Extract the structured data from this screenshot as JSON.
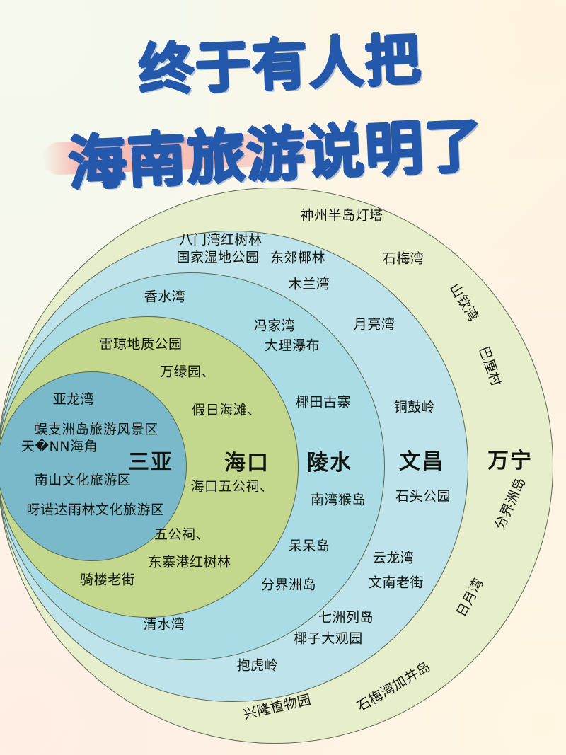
{
  "headline": {
    "line1": "终于有人把",
    "line2": "海南旅游说明了"
  },
  "diagram": {
    "type": "nested-circles",
    "description": "海南旅游目的地嵌套圆环图",
    "rings": [
      {
        "id": "sanya",
        "label": "三亚",
        "color": "#79b9ca",
        "spots": [
          "亚龙湾",
          "蜈支洲岛旅游风景区",
          "天涯海角",
          "南山文化旅游区",
          "呀诺达雨林文化旅游区"
        ]
      },
      {
        "id": "haikou",
        "label": "海口",
        "color": "#c3d88c",
        "spots": [
          "雷琼地质公园",
          "万绿园、",
          "假日海滩、",
          "海口五公祠、",
          "五公祠、",
          "东寨港红树林",
          "骑楼老街",
          "清水湾",
          "香水湾"
        ]
      },
      {
        "id": "lingshui",
        "label": "陵水",
        "color": "#a9dce4",
        "spots": [
          "八门湾红树林",
          "国家湿地公园",
          "东郊椰林",
          "木兰湾",
          "冯家湾",
          "大理瀑布",
          "椰田古寨",
          "南湾猴岛",
          "呆呆岛",
          "分界洲岛",
          "七洲列岛",
          "椰子大观园",
          "抱虎岭"
        ]
      },
      {
        "id": "wenchang",
        "label": "文昌",
        "color": "#bfe3ea",
        "spots": [
          "月亮湾",
          "铜鼓岭",
          "石头公园",
          "云龙湾",
          "文南老街"
        ]
      },
      {
        "id": "wanning",
        "label": "万宁",
        "color": "#e6eecb",
        "spots": [
          "神州半岛灯塔",
          "石梅湾",
          "山钦湾",
          "巴厘村",
          "分界洲岛",
          "日月湾",
          "石梅湾加井岛",
          "兴隆植物园"
        ]
      }
    ],
    "labels": {
      "sanya": "三亚",
      "haikou": "海口",
      "lingshui": "陵水",
      "wenchang": "文昌",
      "wanning": "万宁"
    },
    "spot_text": {
      "shenzhou_lighthouse": "神州半岛灯塔",
      "bamen_mangrove": "八门湾红树林",
      "guojia_wetland": "国家湿地公园",
      "dongjiao_coconut": "东郊椰林",
      "shimei_bay": "石梅湾",
      "xiangshui_bay": "香水湾",
      "mulan_bay": "木兰湾",
      "shanqin_bay": "山钦湾",
      "bali_village": "巴厘村",
      "leiqiong_geopark": "雷琼地质公园",
      "fengjia_bay": "冯家湾",
      "moon_bay": "月亮湾",
      "dali_waterfall": "大理瀑布",
      "wanlu_garden": "万绿园、",
      "yalong_bay": "亚龙湾",
      "yetian_village": "椰田古寨",
      "tonggu_ridge": "铜鼓岭",
      "holiday_beach": "假日海滩、",
      "wuzhizhou_island": "蜈支洲岛旅游风景区",
      "tianya_haijiao": "天�NN海角",
      "nanshan_culture": "南山文化旅游区",
      "yanoda_rainforest": "呀诺达雨林文化旅游区",
      "haikou_wugongci": "海口五公祠、",
      "nanwan_monkey": "南湾猴岛",
      "stone_park": "石头公园",
      "fenjiezhou_island": "分界洲岛",
      "wugongci": "五公祠、",
      "daidai_island": "呆呆岛",
      "yunlong_bay": "云龙湾",
      "dongzhaigang_mangrove": "东寨港红树林",
      "qilou_old_street": "骑楼老街",
      "fenjiezhou_island2": "分界洲岛",
      "wennan_old_street": "文南老街",
      "riyue_bay": "日月湾",
      "qingshui_bay": "清水湾",
      "qizhou_islands": "七洲列岛",
      "coconut_garden": "椰子大观园",
      "baohu_ridge": "抱虎岭",
      "xinglong_botanical": "兴隆植物园",
      "shimei_jiajing_island": "石梅湾加井岛"
    },
    "colors": {
      "sanya": "#79b9ca",
      "haikou": "#c3d88c",
      "lingshui": "#a9dce4",
      "wenchang": "#bfe3ea",
      "wanning": "#e6eecb",
      "outline": "#5d6a55",
      "headline": "#2458ab",
      "swash": "#f6b9b2"
    }
  }
}
